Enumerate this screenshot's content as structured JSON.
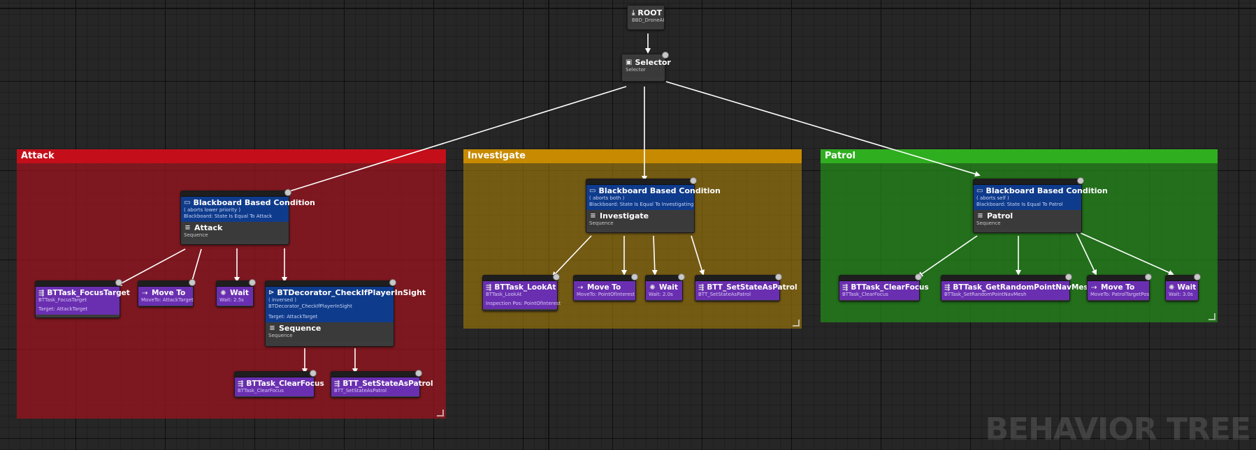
{
  "root": {
    "title": "ROOT",
    "subtitle": "BBD_DroneAI"
  },
  "selector": {
    "title": "Selector",
    "subtitle": "Selector"
  },
  "comments": {
    "attack": "Attack",
    "investigate": "Investigate",
    "patrol": "Patrol"
  },
  "attack": {
    "bb_title": "Blackboard Based Condition",
    "bb_aborts": "( aborts lower priority )",
    "bb_cond": "Blackboard: State Is Equal To Attack",
    "seq_title": "Attack",
    "seq_sub": "Sequence",
    "focus": {
      "title": "BTTask_FocusTarget",
      "sub": "BTTask_FocusTarget",
      "detail": "Target: AttackTarget"
    },
    "moveto": {
      "title": "Move To",
      "sub": "MoveTo: AttackTarget"
    },
    "wait": {
      "title": "Wait",
      "sub": "Wait: 2.5s"
    },
    "check": {
      "title": "BTDecorator_CheckIfPlayerInSight",
      "inv": "( inversed )",
      "sub": "BTDecorator_CheckIfPlayerInSight",
      "detail": "Target: AttackTarget",
      "seq_title": "Sequence",
      "seq_sub": "Sequence"
    },
    "clearfocus": {
      "title": "BTTask_ClearFocus",
      "sub": "BTTask_ClearFocus"
    },
    "setpatrol": {
      "title": "BTT_SetStateAsPatrol",
      "sub": "BTT_SetStateAsPatrol"
    }
  },
  "investigate": {
    "bb_title": "Blackboard Based Condition",
    "bb_aborts": "( aborts both )",
    "bb_cond": "Blackboard: State Is Equal To Investigating",
    "seq_title": "Investigate",
    "seq_sub": "Sequence",
    "lookat": {
      "title": "BTTask_LookAt",
      "sub": "BTTask_LookAt",
      "detail": "Inspection Pos: PointOfInterest"
    },
    "moveto": {
      "title": "Move To",
      "sub": "MoveTo: PointOfInterest"
    },
    "wait": {
      "title": "Wait",
      "sub": "Wait: 2.0s"
    },
    "setpatrol": {
      "title": "BTT_SetStateAsPatrol",
      "sub": "BTT_SetStateAsPatrol"
    }
  },
  "patrol": {
    "bb_title": "Blackboard Based Condition",
    "bb_aborts": "( aborts self )",
    "bb_cond": "Blackboard: State Is Equal To Patrol",
    "seq_title": "Patrol",
    "seq_sub": "Sequence",
    "clearfocus": {
      "title": "BTTask_ClearFocus",
      "sub": "BTTask_ClearFocus"
    },
    "randpoint": {
      "title": "BTTask_GetRandomPointNavMesh",
      "sub": "BTTask_SetRandomPointNavMesh"
    },
    "moveto": {
      "title": "Move To",
      "sub": "MoveTo: PatrolTargetPos"
    },
    "wait": {
      "title": "Wait",
      "sub": "Wait: 3.0s"
    }
  },
  "watermark": "BEHAVIOR TREE",
  "colors": {
    "attack": "#c40f1a",
    "investigate": "#c78a00",
    "patrol": "#2fae1f",
    "task": "#6a2fb0",
    "decorator": "#0f3b8c"
  }
}
